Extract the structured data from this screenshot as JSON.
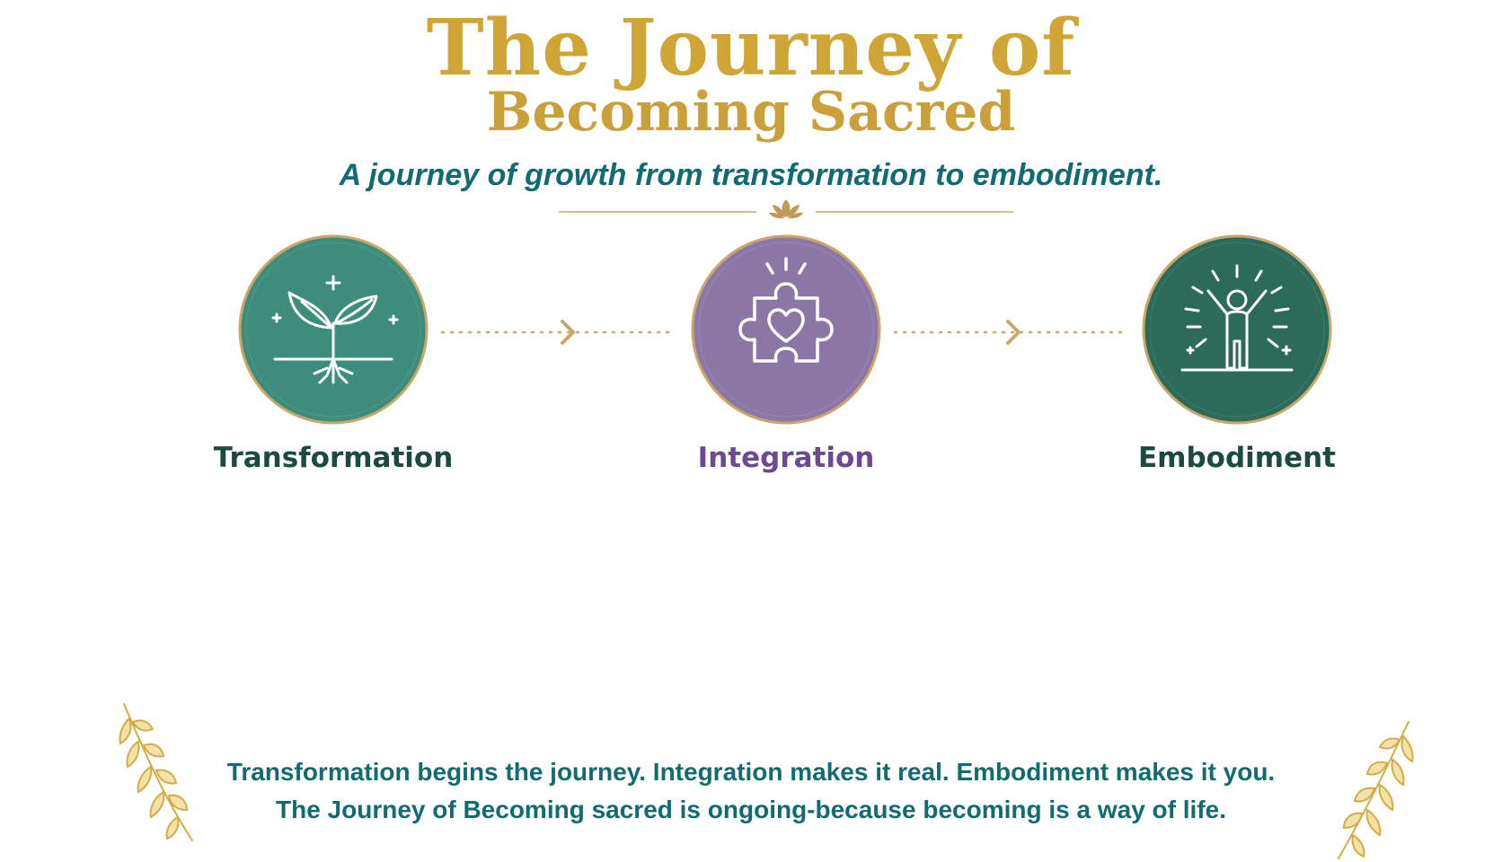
{
  "title": {
    "line1": "The Journey of",
    "line2": "Becoming Sacred"
  },
  "subtitle": "A journey of growth from transformation to embodiment.",
  "steps": [
    {
      "label": "Transformation",
      "icon": "sprout-icon",
      "color": "#3D8C7C",
      "label_color": "#1D4A3E"
    },
    {
      "label": "Integration",
      "icon": "puzzle-heart-icon",
      "color": "#8A77A6",
      "label_color": "#6B4A92"
    },
    {
      "label": "Embodiment",
      "icon": "person-radiant-icon",
      "color": "#2C6A5A",
      "label_color": "#1D4A3E"
    }
  ],
  "footer": {
    "line1": "Transformation begins the journey. Integration makes it real. Embodiment makes it you.",
    "line2": "The Journey of Becoming sacred is ongoing-because becoming is a way of life."
  },
  "colors": {
    "gold": "#CFA535",
    "teal_text": "#116C72",
    "connector": "#C9A66B"
  }
}
